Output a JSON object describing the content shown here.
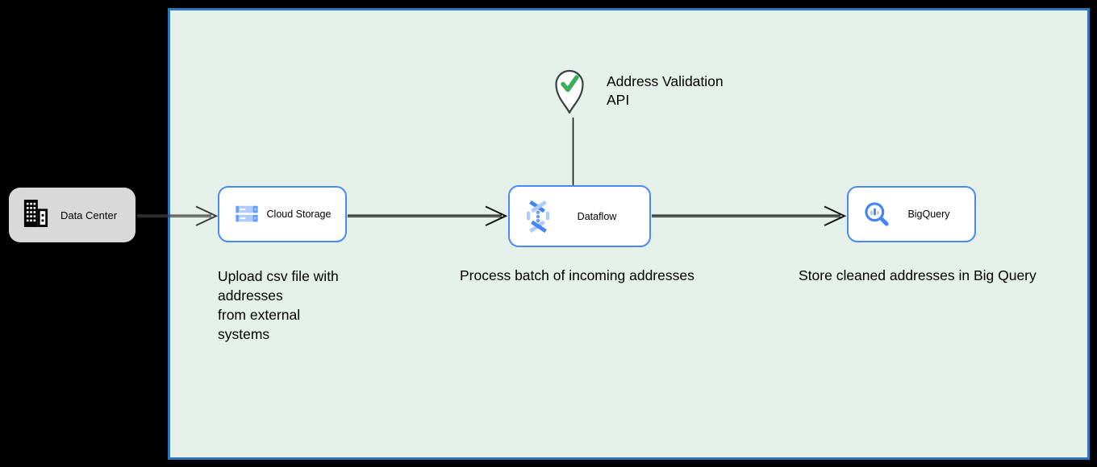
{
  "colors": {
    "canvas_bg": "#000000",
    "container_fill": "#e4f0e8",
    "container_stroke": "#2e77bd",
    "node_fill": "#ffffff",
    "node_border": "#4989f5",
    "data_center_fill": "#d9d9d9",
    "google_blue": "#4285f4",
    "mid_blue": "#669df6",
    "light_blue": "#aecbfa",
    "check_green": "#3bae5c",
    "pin_stroke": "#3c4043",
    "text_color": "#000000"
  },
  "nodes": {
    "data_center": {
      "label": "Data Center",
      "icon": "building-icon"
    },
    "cloud_storage": {
      "label": "Cloud Storage",
      "icon": "cloud-storage-icon"
    },
    "dataflow": {
      "label": "Dataflow",
      "icon": "dataflow-icon"
    },
    "bigquery": {
      "label": "BigQuery",
      "icon": "bigquery-icon"
    },
    "address_validation": {
      "label_lines": [
        "Address Validation",
        "API"
      ],
      "icon": "map-pin-check-icon"
    }
  },
  "captions": {
    "cloud_storage_note_lines": [
      "Upload csv file with",
      "addresses",
      "from external",
      "systems"
    ],
    "dataflow_note": "Process batch of incoming addresses",
    "bigquery_note": "Store cleaned addresses in Big Query"
  }
}
